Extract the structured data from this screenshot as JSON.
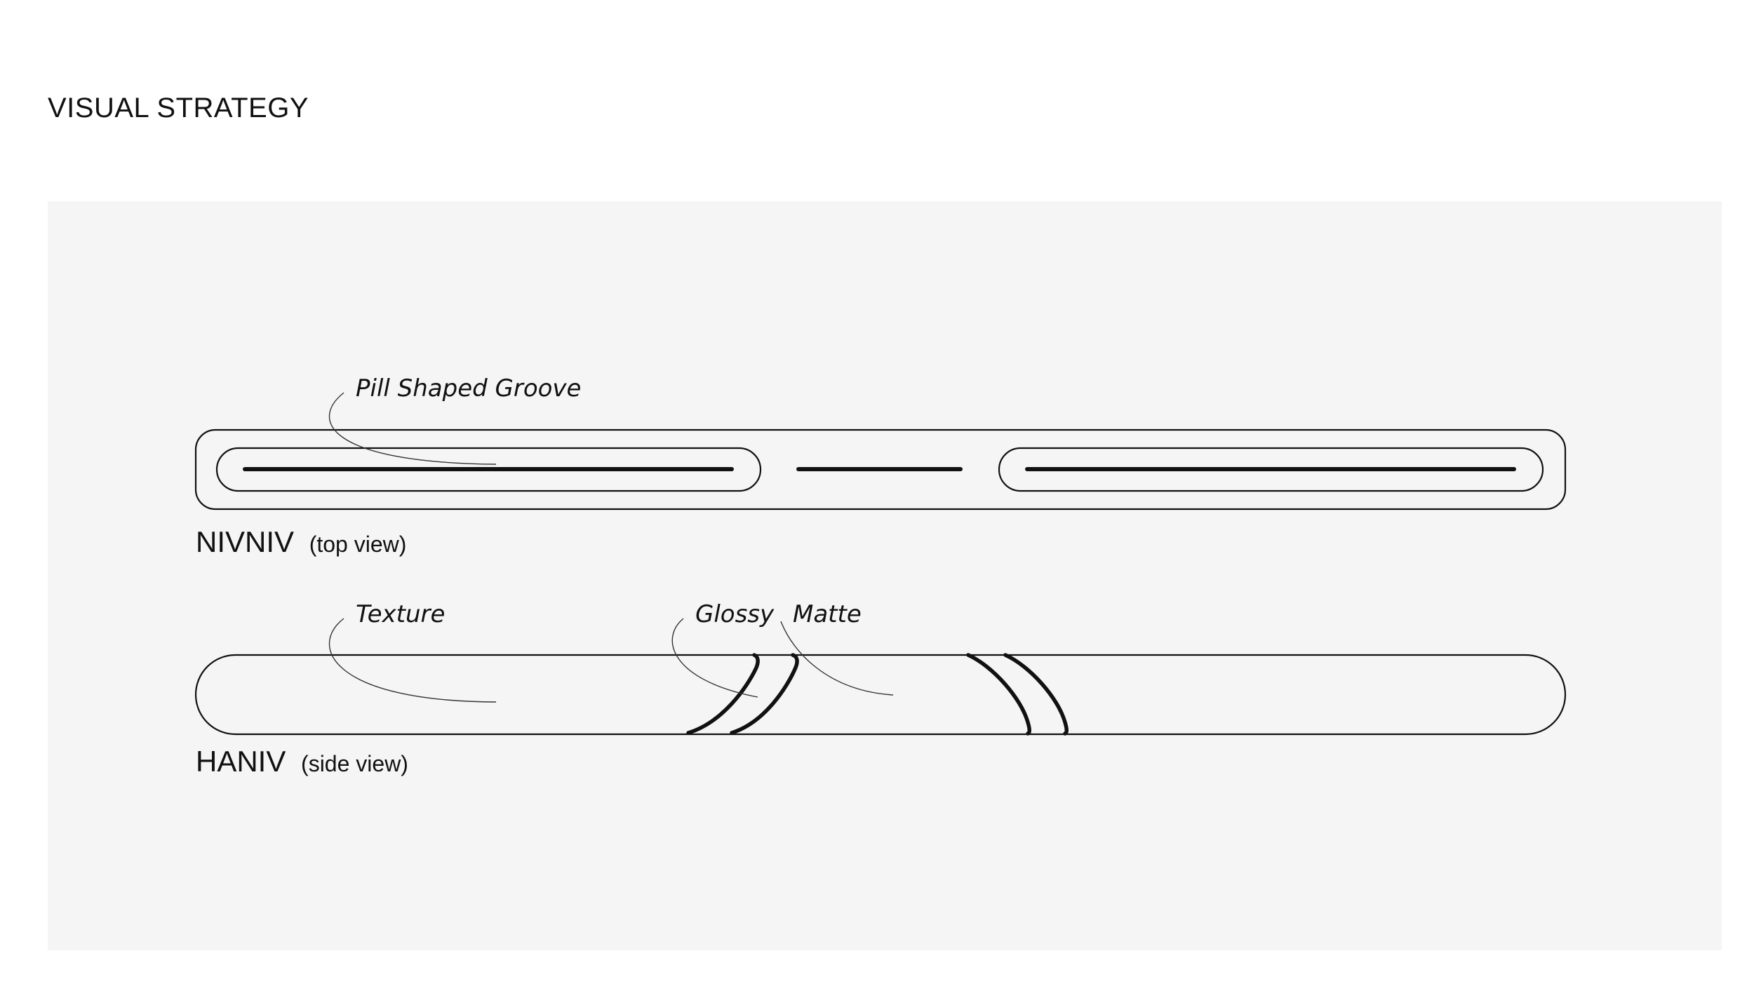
{
  "header": {
    "title": "VISUAL STRATEGY"
  },
  "top_view": {
    "name": "NIVNIV",
    "view": "(top view)",
    "annotation": "Pill Shaped Groove"
  },
  "side_view": {
    "name": "HANIV",
    "view": "(side view)",
    "annotations": {
      "texture": "Texture",
      "glossy": "Glossy",
      "matte": "Matte"
    }
  },
  "colors": {
    "panel_background": "#f5f5f5",
    "line": "#111111"
  }
}
